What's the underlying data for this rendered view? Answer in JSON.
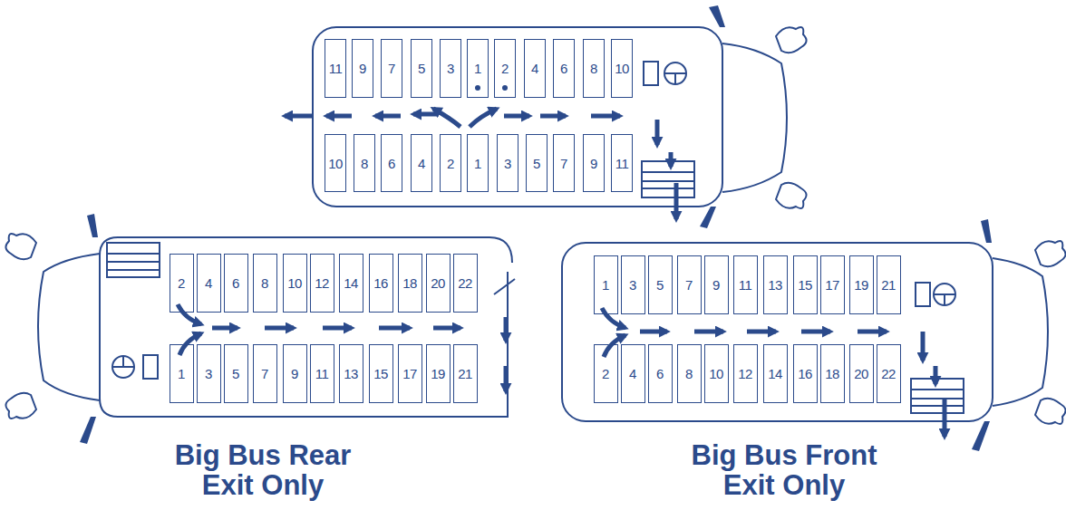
{
  "diagram": {
    "nodes": [
      {
        "text": [
          "11"
        ]
      },
      {
        "text": [
          "9"
        ]
      },
      {
        "text": [
          "7"
        ]
      },
      {
        "text": [
          "5"
        ]
      },
      {
        "text": [
          "3"
        ]
      },
      {
        "text": [
          "1"
        ]
      },
      {
        "text": [
          "2"
        ]
      },
      {
        "text": [
          "4"
        ]
      },
      {
        "text": [
          "6"
        ]
      },
      {
        "text": [
          "8"
        ]
      },
      {
        "text": [
          "10"
        ]
      },
      {
        "text": [
          "10"
        ]
      },
      {
        "text": [
          "8"
        ]
      },
      {
        "text": [
          "6"
        ]
      },
      {
        "text": [
          "4"
        ]
      },
      {
        "text": [
          "2"
        ]
      },
      {
        "text": [
          "1"
        ]
      },
      {
        "text": [
          "3"
        ]
      },
      {
        "text": [
          "5"
        ]
      },
      {
        "text": [
          "7"
        ]
      },
      {
        "text": [
          "9"
        ]
      },
      {
        "text": [
          "11"
        ]
      },
      {
        "text": [
          "2"
        ]
      },
      {
        "text": [
          "4"
        ]
      },
      {
        "text": [
          "6"
        ]
      },
      {
        "text": [
          "8"
        ]
      },
      {
        "text": [
          "10"
        ]
      },
      {
        "text": [
          "12"
        ]
      },
      {
        "text": [
          "14"
        ]
      },
      {
        "text": [
          "16"
        ]
      },
      {
        "text": [
          "18"
        ]
      },
      {
        "text": [
          "20"
        ]
      },
      {
        "text": [
          "22"
        ]
      },
      {
        "text": [
          "1"
        ]
      },
      {
        "text": [
          "3"
        ]
      },
      {
        "text": [
          "5"
        ]
      },
      {
        "text": [
          "7"
        ]
      },
      {
        "text": [
          "9"
        ]
      },
      {
        "text": [
          "11"
        ]
      },
      {
        "text": [
          "13"
        ]
      },
      {
        "text": [
          "15"
        ]
      },
      {
        "text": [
          "17"
        ]
      },
      {
        "text": [
          "19"
        ]
      },
      {
        "text": [
          "21"
        ]
      },
      {
        "text": [
          "1"
        ]
      },
      {
        "text": [
          "3"
        ]
      },
      {
        "text": [
          "5"
        ]
      },
      {
        "text": [
          "7"
        ]
      },
      {
        "text": [
          "9"
        ]
      },
      {
        "text": [
          "11"
        ]
      },
      {
        "text": [
          "13"
        ]
      },
      {
        "text": [
          "15"
        ]
      },
      {
        "text": [
          "17"
        ]
      },
      {
        "text": [
          "19"
        ]
      },
      {
        "text": [
          "21"
        ]
      },
      {
        "text": [
          "2"
        ]
      },
      {
        "text": [
          "4"
        ]
      },
      {
        "text": [
          "6"
        ]
      },
      {
        "text": [
          "8"
        ]
      },
      {
        "text": [
          "10"
        ]
      },
      {
        "text": [
          "12"
        ]
      },
      {
        "text": [
          "14"
        ]
      },
      {
        "text": [
          "16"
        ]
      },
      {
        "text": [
          "18"
        ]
      },
      {
        "text": [
          "20"
        ]
      },
      {
        "text": [
          "22"
        ]
      }
    ],
    "labels": [
      "Big Bus Rear Exit Only",
      "Big Bus Front Exit Only"
    ]
  }
}
